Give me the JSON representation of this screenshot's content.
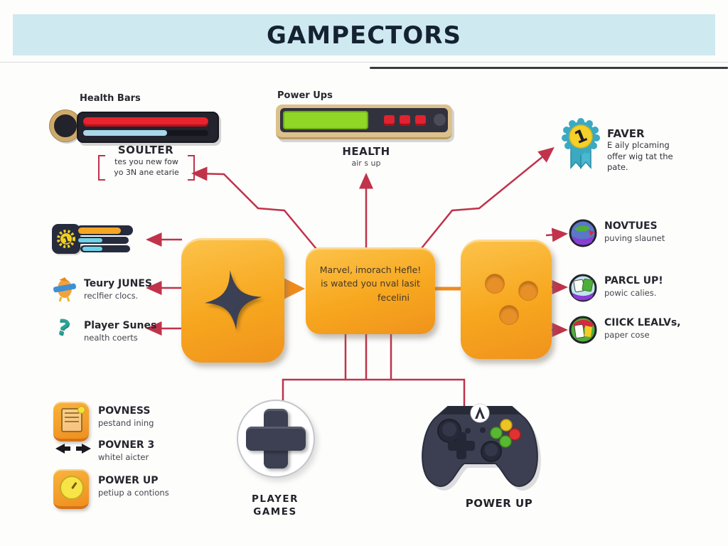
{
  "title": "GAMPECTORS",
  "colors": {
    "band_blue": "#cfe9f1",
    "connector_red": "#c0334a",
    "connector_orange": "#ef8b1d",
    "card_orange": "#f7a71f",
    "health_red": "#e7242d",
    "health_blue": "#a9d7ea",
    "power_green": "#8fd627",
    "badge_teal": "#3ba9c2",
    "badge_yellow": "#f4d028"
  },
  "icons": {
    "badge": "award-ribbon-icon",
    "star": "four-point-star-icon",
    "stats": "stats-bars-icon",
    "creature": "creature-icon",
    "question": "question-hook-icon",
    "planet": "planet-icon",
    "cards": "cards-icon",
    "scroll": "scroll-icon",
    "document": "document-sketch-icon",
    "arrows": "left-right-arrows-icon",
    "clock": "clock-icon",
    "dpad": "dpad-cross-icon",
    "gamepad": "gamepad-icon"
  },
  "health_group": {
    "label": "Health Bars",
    "caption": "SOULTER",
    "note": [
      "tes you new fow",
      "yo 3N ane etarie"
    ]
  },
  "power_group": {
    "label": "Power Ups",
    "caption": "HEALTH",
    "note": "air s up"
  },
  "badge_group": {
    "title": "FAVER",
    "desc": "E aily plcaming offer wig tat the pate."
  },
  "left_items": [
    {
      "title": "Teury JUNES",
      "subtitle": "reclfier clocs."
    },
    {
      "title": "Player Sunes",
      "subtitle": "nealth coerts"
    }
  ],
  "right_items": [
    {
      "title": "NOVTUES",
      "subtitle": "puving slaunet"
    },
    {
      "title": "PARCL UP!",
      "subtitle": "powic calies."
    },
    {
      "title": "CIICK LEALVs,",
      "subtitle": "paper cose"
    }
  ],
  "center_card": {
    "line1": "Marvel, imorach Hefle!",
    "line2": "is wated you nval lasit",
    "line3": "fecelini"
  },
  "bottom_left_items": [
    {
      "title": "POVNESS",
      "subtitle": "pestand ining"
    },
    {
      "title": "POVNER 3",
      "subtitle": "whitel aicter"
    },
    {
      "title": "POWER UP",
      "subtitle": "petiup a contions"
    }
  ],
  "dpad_caption": [
    "PLAYER",
    "GAMES"
  ],
  "gamepad_caption": "POWER UP"
}
